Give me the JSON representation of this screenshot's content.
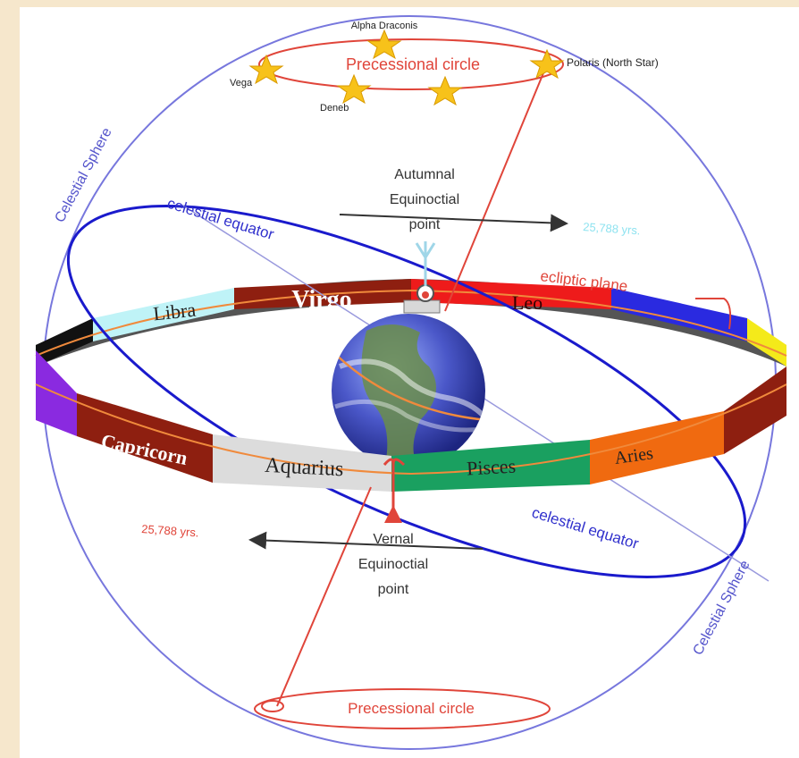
{
  "stars": {
    "alpha_draconis": "Alpha Draconis",
    "polaris": "Polaris (North Star)",
    "vega": "Vega",
    "deneb": "Deneb"
  },
  "precessional_circle_top": "Precessional circle",
  "precessional_circle_bottom": "Precessional circle",
  "celestial_sphere_left": "Celestial Sphere",
  "celestial_sphere_right": "Celestial Sphere",
  "celestial_equator_top": "celestial equator",
  "celestial_equator_bottom": "celestial equator",
  "ecliptic_plane": "ecliptic plane",
  "autumnal": {
    "line1": "Autumnal",
    "line2": "Equinoctial",
    "line3": "point"
  },
  "vernal": {
    "line1": "Vernal",
    "line2": "Equinoctial",
    "line3": "point"
  },
  "years_right": "25,788 yrs.",
  "years_left": "25,788 yrs.",
  "zodiac": {
    "libra": "Libra",
    "virgo": "Virgo",
    "leo": "Leo",
    "capricorn": "Capricorn",
    "aquarius": "Aquarius",
    "pisces": "Pisces",
    "aries": "Aries"
  },
  "colors": {
    "sphere": "#7777dd",
    "equator": "#1a1acc",
    "precession": "#e0453a",
    "years_right": "#8fe3f0",
    "years_left": "#e0453a",
    "background": "#f6e7cc"
  }
}
